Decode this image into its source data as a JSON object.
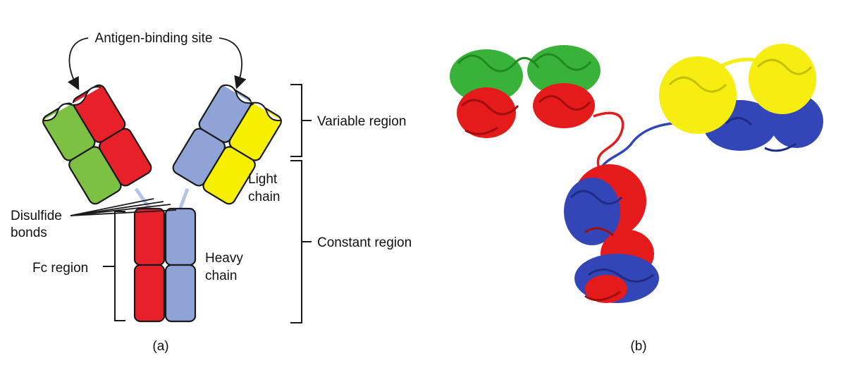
{
  "labels": {
    "antigen_binding_site": "Antigen-binding site",
    "variable_region": "Variable region",
    "constant_region": "Constant region",
    "light_chain_1": "Light",
    "light_chain_2": "chain",
    "disulfide_1": "Disulfide",
    "disulfide_2": "bonds",
    "fc_region": "Fc region",
    "heavy_chain_1": "Heavy",
    "heavy_chain_2": "chain",
    "panel_a": "(a)",
    "panel_b": "(b)"
  },
  "colors": {
    "green": "#7cc143",
    "red": "#e8202a",
    "blue": "#8fa3d6",
    "yellow": "#f7ef00",
    "hinge": "#b4c4e4",
    "ribbon_green": "#39b239",
    "ribbon_red": "#e51a1a",
    "ribbon_blue": "#3246b8",
    "ribbon_yellow": "#f5ee10"
  }
}
